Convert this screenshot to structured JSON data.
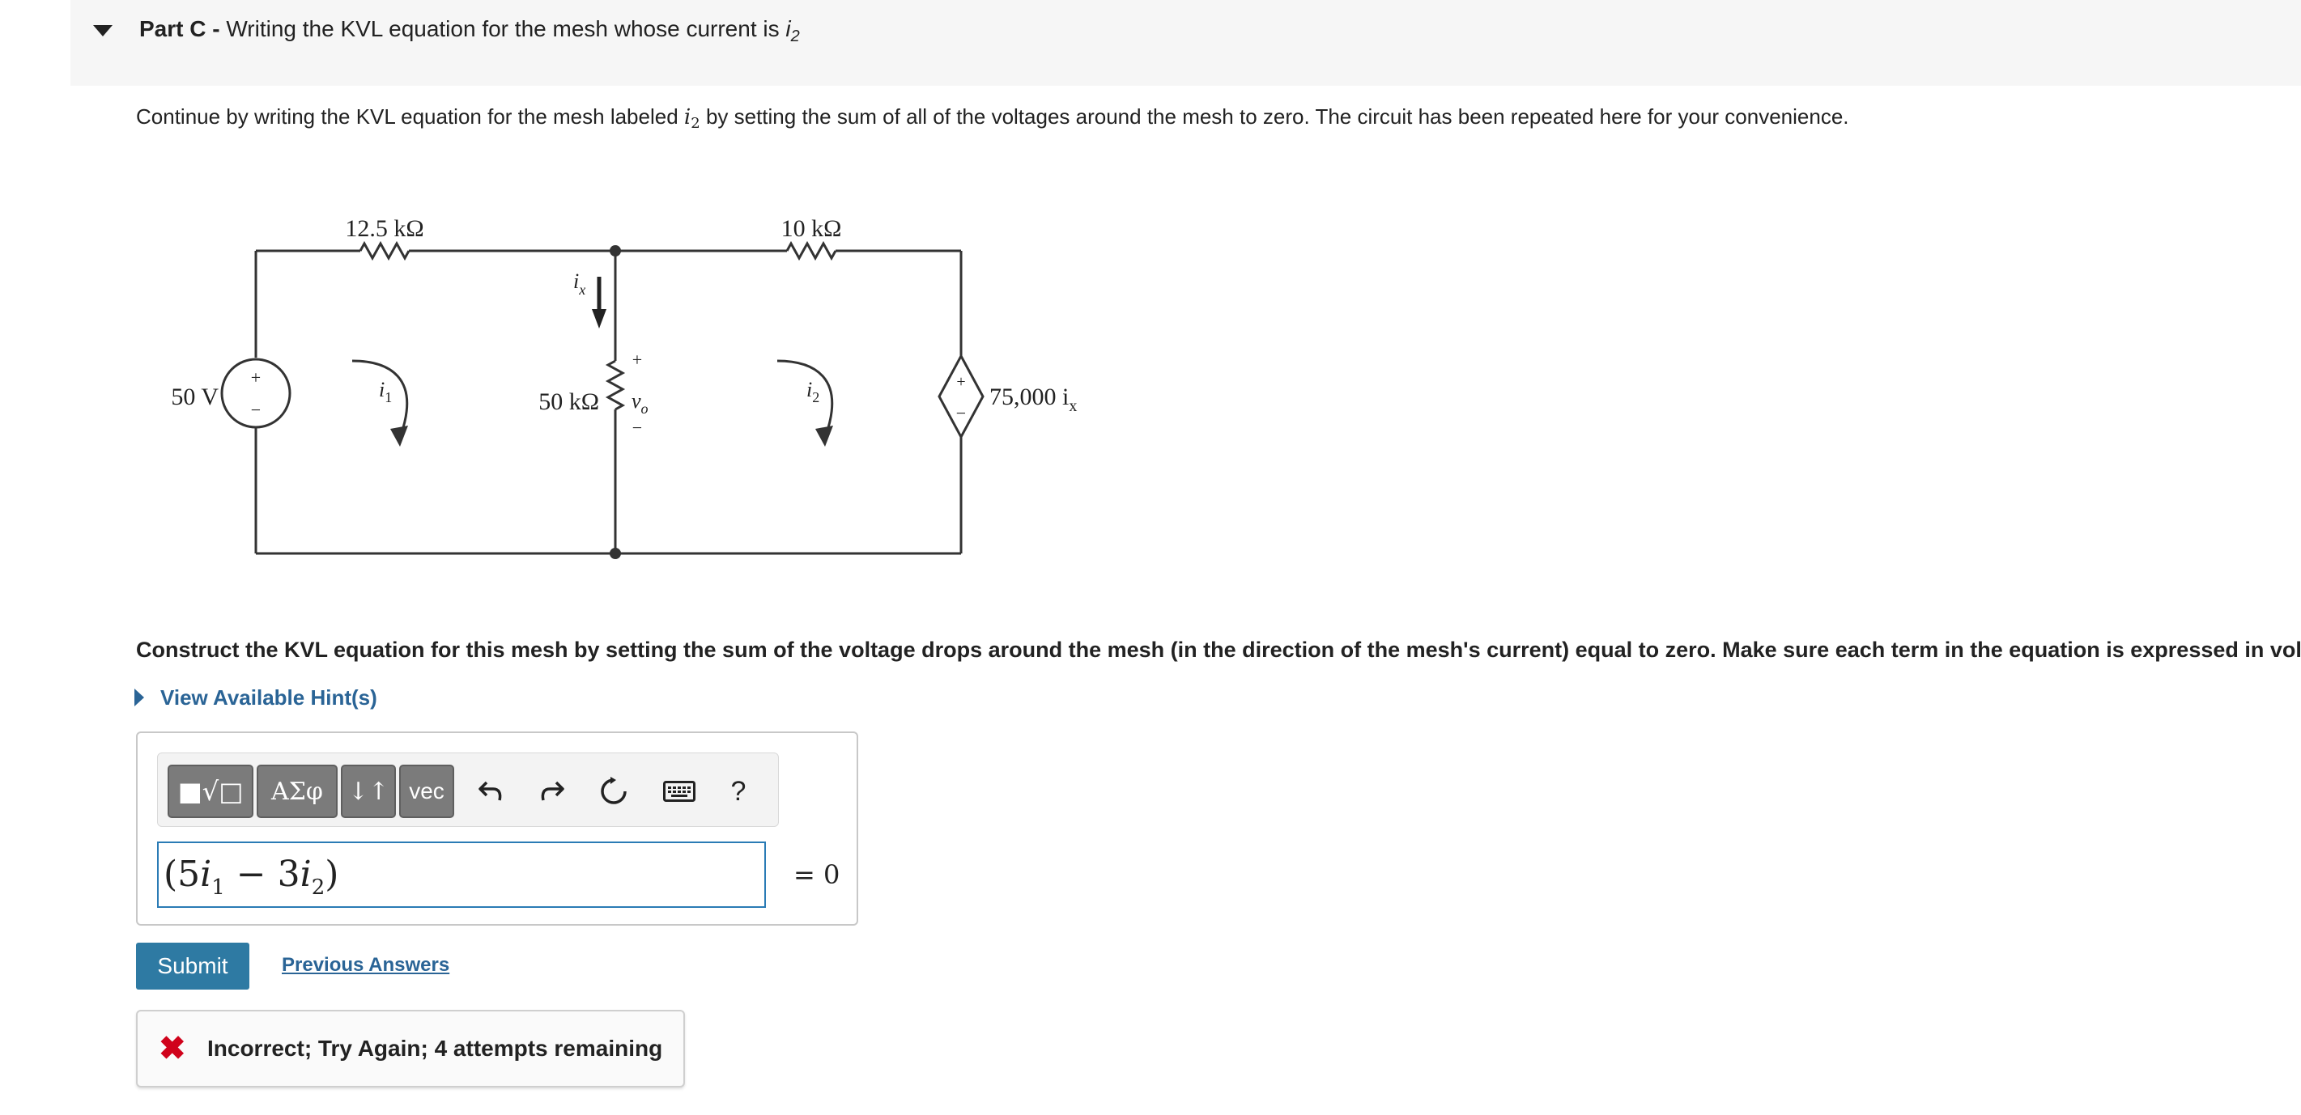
{
  "part": {
    "label": "Part C -",
    "title": "Writing the KVL equation for the mesh whose current is",
    "title_var": "i",
    "title_var_sub": "2"
  },
  "intro": {
    "before": "Continue by writing the KVL equation for the mesh labeled",
    "var": "i",
    "var_sub": "2",
    "after": "by setting the sum of all of the voltages around the mesh to zero.  The circuit has been repeated here for your convenience."
  },
  "circuit": {
    "r1_label": "12.5 kΩ",
    "r2_label": "10 kΩ",
    "r3_label": "50 kΩ",
    "source_label": "50 V",
    "dep_source_label": "75,000 i",
    "dep_source_sub": "x",
    "ix_label": "i",
    "ix_sub": "x",
    "i1_label": "i",
    "i1_sub": "1",
    "i2_label": "i",
    "i2_sub": "2",
    "vo_label": "v",
    "vo_sub": "o",
    "plus": "+",
    "minus": "−"
  },
  "instruction": "Construct the KVL equation for this mesh by setting the sum of the voltage drops around the mesh (in the direction of the mesh's current) equal to zero. Make sure each term in the equation is expressed in volts.",
  "hints_label": "View Available Hint(s)",
  "toolbar": {
    "templates": "■√□",
    "greek": "ΑΣφ",
    "arrows": "↓↑",
    "vec": "vec",
    "undo_icon": "undo-icon",
    "redo_icon": "redo-icon",
    "reset_icon": "reset-icon",
    "keyboard_icon": "keyboard-icon",
    "help": "?"
  },
  "answer": {
    "open": "(5",
    "v1": "i",
    "s1": "1",
    "mid": " − 3",
    "v2": "i",
    "s2": "2",
    "close": ")",
    "rhs": "= 0"
  },
  "submit_label": "Submit",
  "previous_answers_label": "Previous Answers",
  "feedback": {
    "status": "incorrect",
    "message": "Incorrect; Try Again; 4 attempts remaining"
  },
  "colors": {
    "link": "#2a6496",
    "submit_bg": "#2e7aa3",
    "input_border": "#2a7bb5",
    "error": "#d0021b",
    "toolbar_button": "#7b7b7b"
  }
}
